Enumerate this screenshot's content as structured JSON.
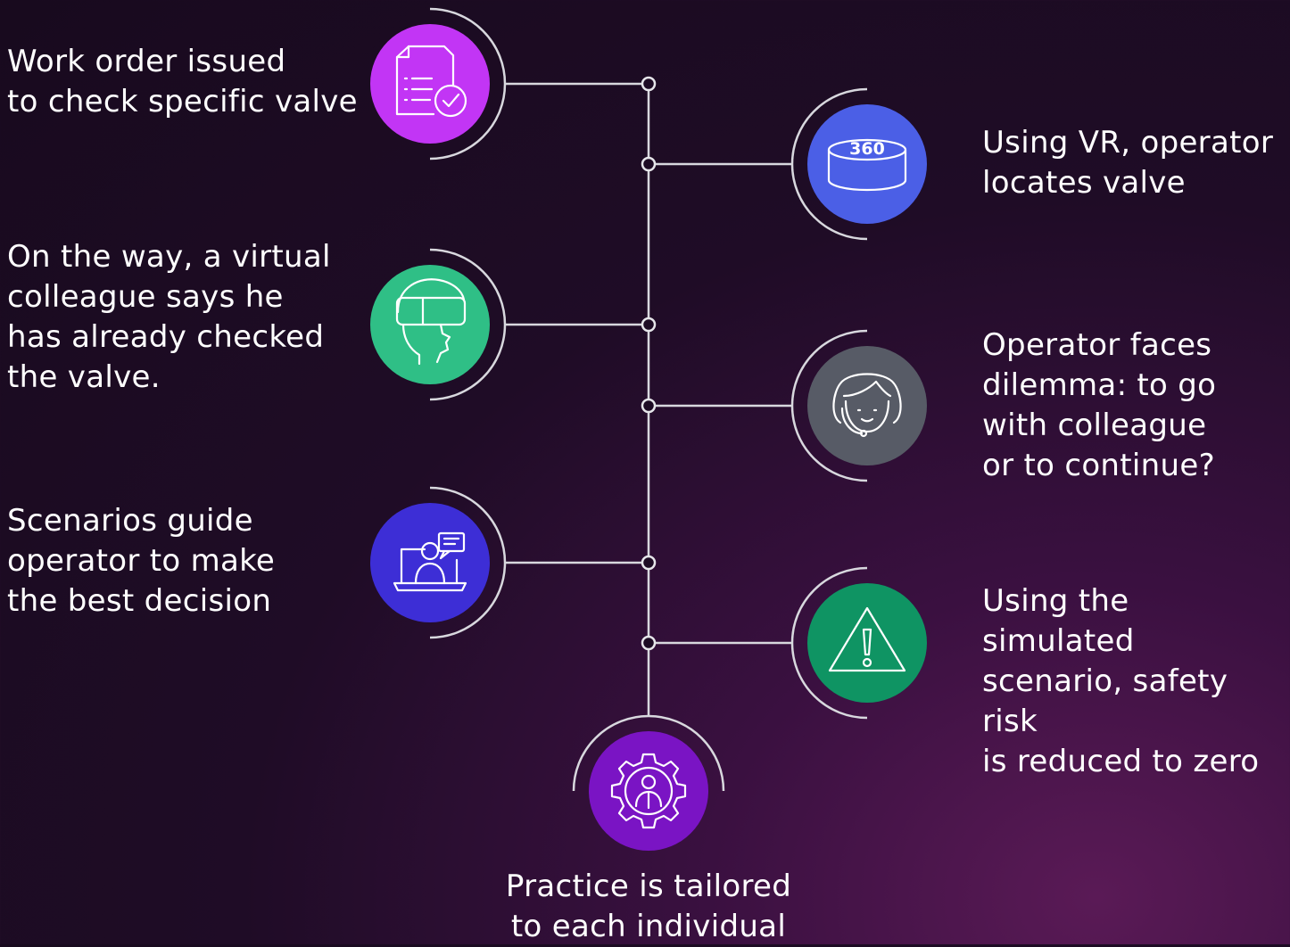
{
  "steps": [
    {
      "text": "Work order issued\nto check specific valve",
      "icon": "document-check-icon",
      "color": "#c235f5"
    },
    {
      "text": "Using VR, operator\nlocates valve",
      "icon": "360-view-icon",
      "color": "#4b5fe6"
    },
    {
      "text": "On the way, a virtual\ncolleague says he\nhas already checked\nthe valve.",
      "icon": "vr-headset-icon",
      "color": "#2fbf86"
    },
    {
      "text": "Operator faces\ndilemma: to go\nwith colleague\nor to continue?",
      "icon": "headset-operator-icon",
      "color": "#575b66"
    },
    {
      "text": "Scenarios guide\noperator to make\nthe best decision",
      "icon": "laptop-chat-icon",
      "color": "#3d2ed6"
    },
    {
      "text": "Using the simulated\nscenario, safety risk\nis reduced to zero",
      "icon": "warning-icon",
      "color": "#0f9463"
    },
    {
      "text": "Practice is tailored\nto each individual",
      "icon": "gear-person-icon",
      "color": "#7a14c4"
    }
  ],
  "icon_360_text": "360"
}
